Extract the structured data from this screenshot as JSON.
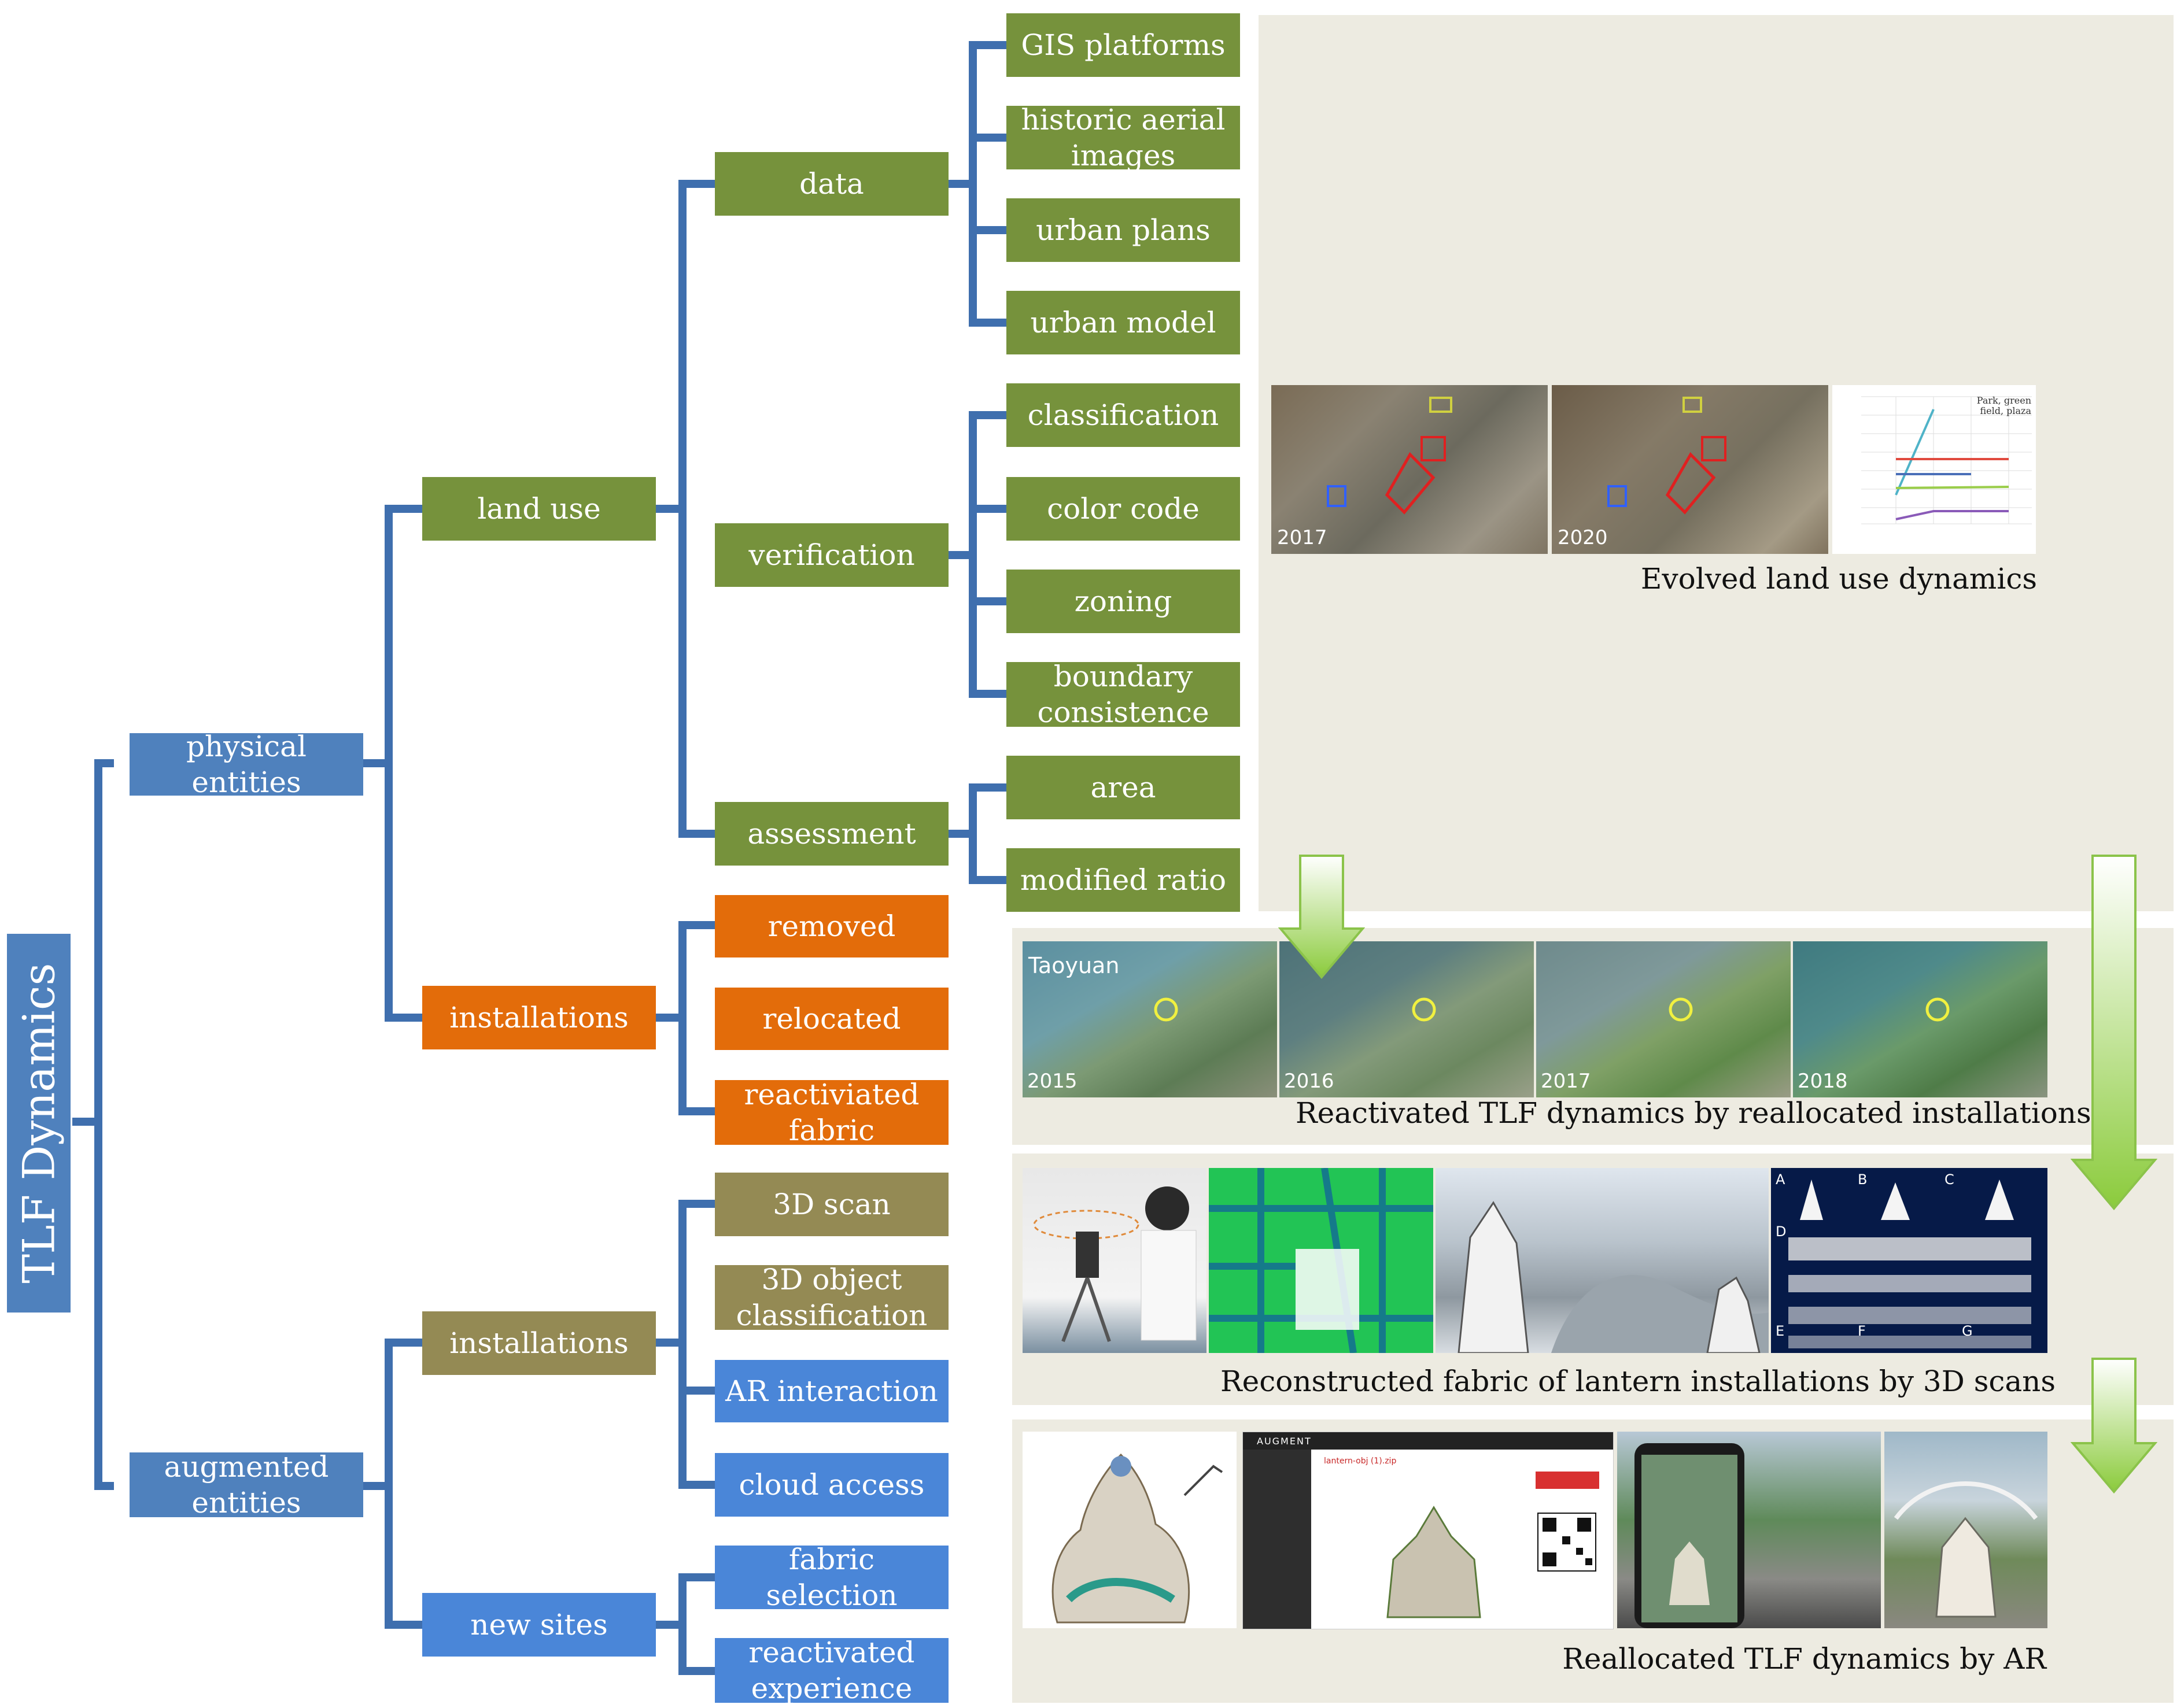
{
  "root": {
    "label": "TLF Dynamics"
  },
  "level1": {
    "physical": "physical entities",
    "augmented": "augmented\nentities"
  },
  "level2": {
    "land_use": "land use",
    "installations_physical": "installations",
    "installations_augmented": "installations",
    "new_sites": "new sites"
  },
  "level3": {
    "data": "data",
    "verification": "verification",
    "assessment": "assessment",
    "removed": "removed",
    "relocated": "relocated",
    "reactiviated_fabric": "reactiviated\nfabric",
    "scan_3d": "3D scan",
    "object_classification": "3D object\nclassification",
    "ar_interaction": "AR interaction",
    "cloud_access": "cloud access",
    "fabric_selection": "fabric selection",
    "reactivated_experience": "reactivated\nexperience"
  },
  "level4": {
    "gis": "GIS platforms",
    "aerial": "historic aerial\nimages",
    "plans": "urban plans",
    "model": "urban model",
    "classification": "classification",
    "color_code": "color code",
    "zoning": "zoning",
    "boundary": "boundary\nconsistence",
    "area": "area",
    "modified_ratio": "modified ratio"
  },
  "captions": {
    "land_use": "Evolved land use dynamics",
    "reactivated": "Reactivated TLF dynamics by reallocated installations",
    "reconstructed": "Reconstructed fabric of lantern installations by 3D scans",
    "reallocated": "Reallocated TLF dynamics by AR"
  },
  "image_labels": {
    "y2017a": "2017",
    "y2020": "2020",
    "taoyuan": "Taoyuan",
    "y2015": "2015",
    "y2016": "2016",
    "y2017b": "2017",
    "y2018": "2018",
    "chart_legend": "Park, green\nfield, plaza",
    "scan_a": "A",
    "scan_b": "B",
    "scan_c": "C",
    "scan_d": "D",
    "scan_e": "E",
    "scan_f": "F",
    "scan_g": "G",
    "app_name": "AUGMENT",
    "model_name": "lantern-obj (1).zip"
  },
  "colors": {
    "connector": "#3f6fae",
    "green": "#76923c",
    "blue": "#4f81bd",
    "orange": "#e36c0a",
    "olive": "#948a54",
    "panel": "#edebe1",
    "arrow": "#9bd34f"
  }
}
